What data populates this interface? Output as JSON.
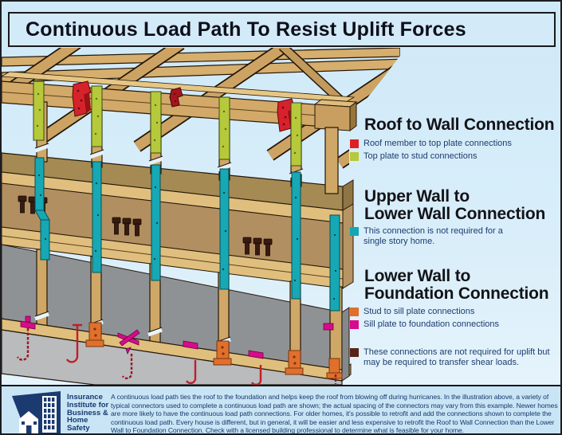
{
  "title": "Continuous Load Path To Resist Uplift Forces",
  "colors": {
    "roof_member_to_top_plate": "#df1f26",
    "top_plate_to_stud": "#b5c93b",
    "upper_to_lower_wall": "#12a7b4",
    "stud_to_sill_plate": "#e0702c",
    "sill_plate_to_foundation": "#d70b8c",
    "shear_note": "#5a2317"
  },
  "sections": [
    {
      "heading_lines": [
        "Roof to Wall Connection"
      ],
      "items": [
        {
          "color": "#df1f26",
          "label": "Roof member to top plate connections"
        },
        {
          "color": "#b5c93b",
          "label": "Top plate to stud connections"
        }
      ]
    },
    {
      "heading_lines": [
        "Upper Wall to",
        "Lower Wall Connection"
      ],
      "items": [
        {
          "color": "#12a7b4",
          "label": "This connection is not required for a\nsingle story home."
        }
      ]
    },
    {
      "heading_lines": [
        "Lower Wall to",
        "Foundation Connection"
      ],
      "items": [
        {
          "color": "#e0702c",
          "label": "Stud to sill plate connections"
        },
        {
          "color": "#d70b8c",
          "label": "Sill plate to foundation connections"
        }
      ],
      "note": {
        "color": "#5a2317",
        "label": "These connections are not required for uplift but\nmay be required to transfer shear loads."
      }
    }
  ],
  "footer": {
    "logo_lines": [
      "Insurance",
      "Institute for",
      "Business &",
      "Home",
      "Safety"
    ],
    "paragraph": "A continuous load path ties the roof to the foundation and helps keep the roof from blowing off during hurricanes. In the illustration above, a variety of typical connectors used to complete a continuous load path are shown; the actual spacing of the connectors may vary from this example. Newer homes are more likely to have the continuous load path connections. For older homes, it's possible to retrofit and add the connections shown to complete the continuous load path. Every house is different, but in general, it will be easier and less expensive to retrofit the Roof to Wall Connection than the Lower Wall to Foundation Connection. Check with a licensed building professional to determine what is feasible for your home."
  }
}
